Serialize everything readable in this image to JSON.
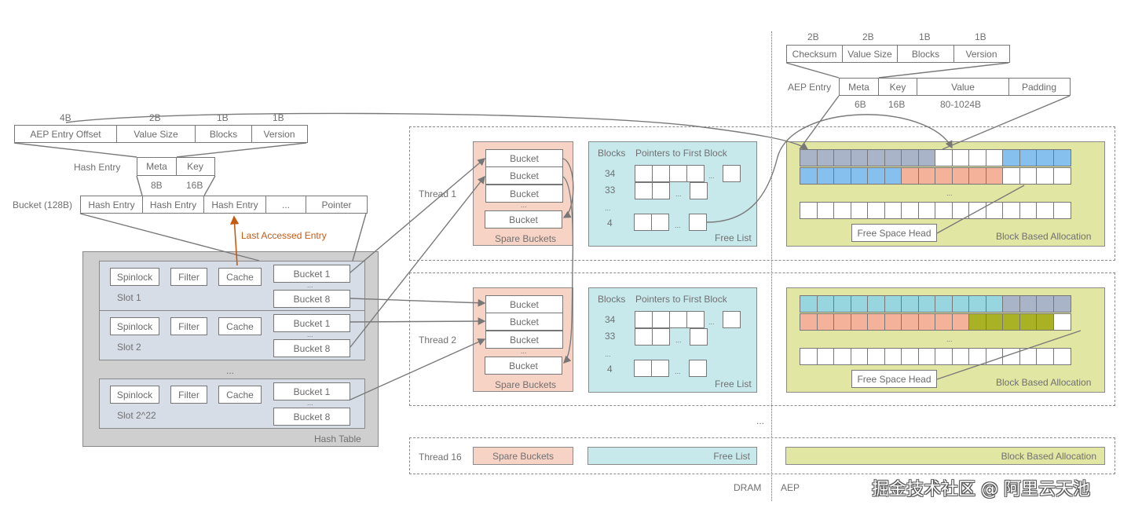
{
  "hash_entry_meta": {
    "sizes": [
      "4B",
      "2B",
      "1B",
      "1B"
    ],
    "fields": [
      "AEP Entry Offset",
      "Value Size",
      "Blocks",
      "Version"
    ]
  },
  "hash_entry": {
    "label": "Hash Entry",
    "fields": [
      "Meta",
      "Key"
    ],
    "sizes": [
      "8B",
      "16B"
    ]
  },
  "bucket": {
    "label": "Bucket (128B)",
    "fields": [
      "Hash Entry",
      "Hash Entry",
      "Hash Entry",
      "...",
      "Pointer"
    ]
  },
  "last_accessed_label": "Last Accessed Entry",
  "accent_color": "#c55a11",
  "hash_table": {
    "label": "Hash Table",
    "ellipsis": "...",
    "slots": [
      {
        "name": "Slot 1",
        "spinlock": "Spinlock",
        "filter": "Filter",
        "cache": "Cache",
        "bucket_first": "Bucket 1",
        "bucket_last": "Bucket 8",
        "dots": "..."
      },
      {
        "name": "Slot 2",
        "spinlock": "Spinlock",
        "filter": "Filter",
        "cache": "Cache",
        "bucket_first": "Bucket 1",
        "bucket_last": "Bucket 8",
        "dots": "..."
      },
      {
        "name": "Slot 2^22",
        "spinlock": "Spinlock",
        "filter": "Filter",
        "cache": "Cache",
        "bucket_first": "Bucket 1",
        "bucket_last": "Bucket 8",
        "dots": "..."
      }
    ]
  },
  "threads": [
    {
      "name": "Thread 1",
      "spare": {
        "label": "Spare Buckets",
        "buckets": [
          "Bucket",
          "Bucket",
          "Bucket",
          "Bucket"
        ],
        "dots": "..."
      },
      "free_list": {
        "label": "Free List",
        "col_blocks": "Blocks",
        "col_pointers": "Pointers to First Block",
        "rows": [
          "34",
          "33",
          "...",
          "4"
        ],
        "dots": "..."
      },
      "alloc": {
        "label": "Block Based Allocation",
        "free_head": "Free Space Head",
        "dots": "...",
        "row1": [
          "gray",
          "gray",
          "gray",
          "gray",
          "gray",
          "gray",
          "gray",
          "gray",
          "white",
          "white",
          "white",
          "white",
          "blue",
          "blue",
          "blue",
          "blue"
        ],
        "row2": [
          "blue",
          "blue",
          "blue",
          "blue",
          "blue",
          "blue",
          "salmon",
          "salmon",
          "salmon",
          "salmon",
          "salmon",
          "salmon",
          "white",
          "white",
          "white",
          "white"
        ],
        "row3": [
          "white",
          "white",
          "white",
          "white",
          "white",
          "white",
          "white",
          "white",
          "white",
          "white",
          "white",
          "white",
          "white",
          "white",
          "white",
          "white"
        ]
      }
    },
    {
      "name": "Thread 2",
      "spare": {
        "label": "Spare Buckets",
        "buckets": [
          "Bucket",
          "Bucket",
          "Bucket",
          "Bucket"
        ],
        "dots": "..."
      },
      "free_list": {
        "label": "Free List",
        "col_blocks": "Blocks",
        "col_pointers": "Pointers to First Block",
        "rows": [
          "34",
          "33",
          "...",
          "4"
        ],
        "dots": "..."
      },
      "alloc": {
        "label": "Block Based Allocation",
        "free_head": "Free Space Head",
        "dots": "...",
        "row1": [
          "teal",
          "teal",
          "teal",
          "teal",
          "teal",
          "teal",
          "teal",
          "teal",
          "teal",
          "teal",
          "teal",
          "teal",
          "gray",
          "gray",
          "gray",
          "gray"
        ],
        "row2": [
          "salmon",
          "salmon",
          "salmon",
          "salmon",
          "salmon",
          "salmon",
          "salmon",
          "salmon",
          "salmon",
          "salmon",
          "olive",
          "olive",
          "olive",
          "olive",
          "olive",
          "white"
        ],
        "row3": [
          "white",
          "white",
          "white",
          "white",
          "white",
          "white",
          "white",
          "white",
          "white",
          "white",
          "white",
          "white",
          "white",
          "white",
          "white",
          "white"
        ]
      }
    },
    {
      "name": "Thread 16",
      "spare": {
        "label": "Spare Buckets"
      },
      "free_list": {
        "label": "Free List"
      },
      "alloc": {
        "label": "Block Based Allocation"
      }
    }
  ],
  "threads_ellipsis": "...",
  "block_colors": {
    "gray": "#aab4c8",
    "blue": "#86c0ee",
    "salmon": "#f4b29a",
    "white": "#ffffff",
    "teal": "#97d6de",
    "olive": "#a9b225"
  },
  "aep_meta": {
    "sizes": [
      "2B",
      "2B",
      "1B",
      "1B"
    ],
    "fields": [
      "Checksum",
      "Value Size",
      "Blocks",
      "Version"
    ]
  },
  "aep_entry": {
    "label": "AEP Entry",
    "fields": [
      "Meta",
      "Key",
      "Value",
      "Padding"
    ],
    "sizes": [
      "6B",
      "16B",
      "80-1024B"
    ]
  },
  "regions": {
    "dram": "DRAM",
    "aep": "AEP"
  },
  "watermark": "掘金技术社区 @ 阿里云天池"
}
